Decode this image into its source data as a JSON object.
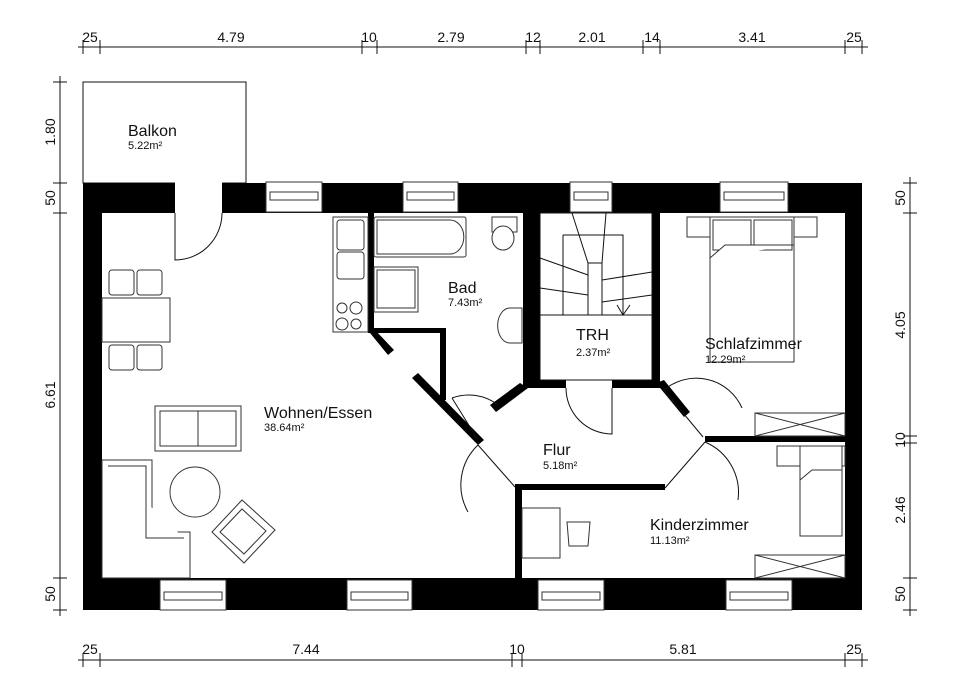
{
  "dimensions": {
    "top": [
      "25",
      "4.79",
      "10",
      "2.79",
      "12",
      "2.01",
      "14",
      "3.41",
      "25"
    ],
    "bottom": [
      "25",
      "7.44",
      "10",
      "5.81",
      "25"
    ],
    "left": [
      "1.80",
      "50",
      "6.61",
      "50"
    ],
    "right": [
      "50",
      "4.05",
      "10",
      "2.46",
      "50"
    ]
  },
  "rooms": [
    {
      "name": "Balkon",
      "area": "5.22m²"
    },
    {
      "name": "Bad",
      "area": "7.43m²"
    },
    {
      "name": "TRH",
      "area": "2.37m²"
    },
    {
      "name": "Schlafzimmer",
      "area": "12.29m²"
    },
    {
      "name": "Wohnen/Essen",
      "area": "38.64m²"
    },
    {
      "name": "Flur",
      "area": "5.18m²"
    },
    {
      "name": "Kinderzimmer",
      "area": "11.13m²"
    }
  ]
}
